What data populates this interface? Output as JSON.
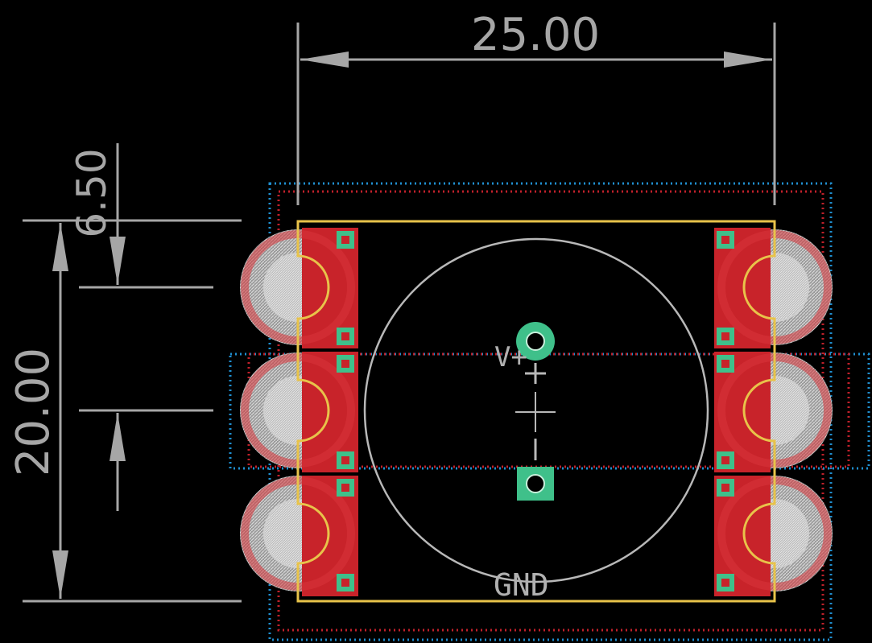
{
  "dimensions": {
    "width_label": "25.00",
    "height_label": "20.00",
    "offset_label": "6.50"
  },
  "silkscreen": {
    "vplus_label": "V+",
    "gnd_label": "GND"
  },
  "colors": {
    "background": "#000000",
    "dimension": "#a6a6a6",
    "outline": "#e8c34a",
    "copper": "#c8232a",
    "pad": "#3fc08a",
    "keepout_blue": "#1f8fd0",
    "keepout_red": "#c0202a",
    "silkscreen": "#b8b8b8"
  }
}
